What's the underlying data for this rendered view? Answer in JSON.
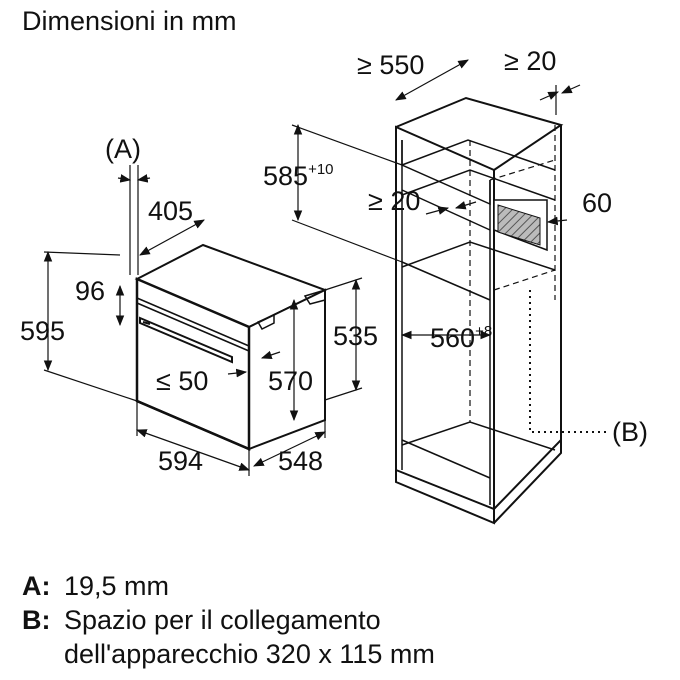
{
  "title": "Dimensioni in mm",
  "dimensions": {
    "oven_width": "594",
    "oven_depth": "548",
    "oven_height": "595",
    "oven_inner_depth": "405",
    "front_offset": "96",
    "niche_height": "570",
    "oven_body_height": "535",
    "handle_clearance": "≤ 50",
    "cabinet_depth": "≥ 550",
    "side_gap": "≥ 20",
    "inner_gap": "≥ 20",
    "niche_height_range": "585",
    "niche_height_range_tol": "+10",
    "niche_width": "560",
    "niche_width_tol": "+8",
    "vent_depth": "60"
  },
  "callouts": {
    "a": "(A)",
    "b": "(B)"
  },
  "legend": {
    "a_key": "A:",
    "a_text": "19,5 mm",
    "b_key": "B:",
    "b_text_1": "Spazio per il collegamento",
    "b_text_2": "dell'apparecchio 320 x 115 mm"
  }
}
